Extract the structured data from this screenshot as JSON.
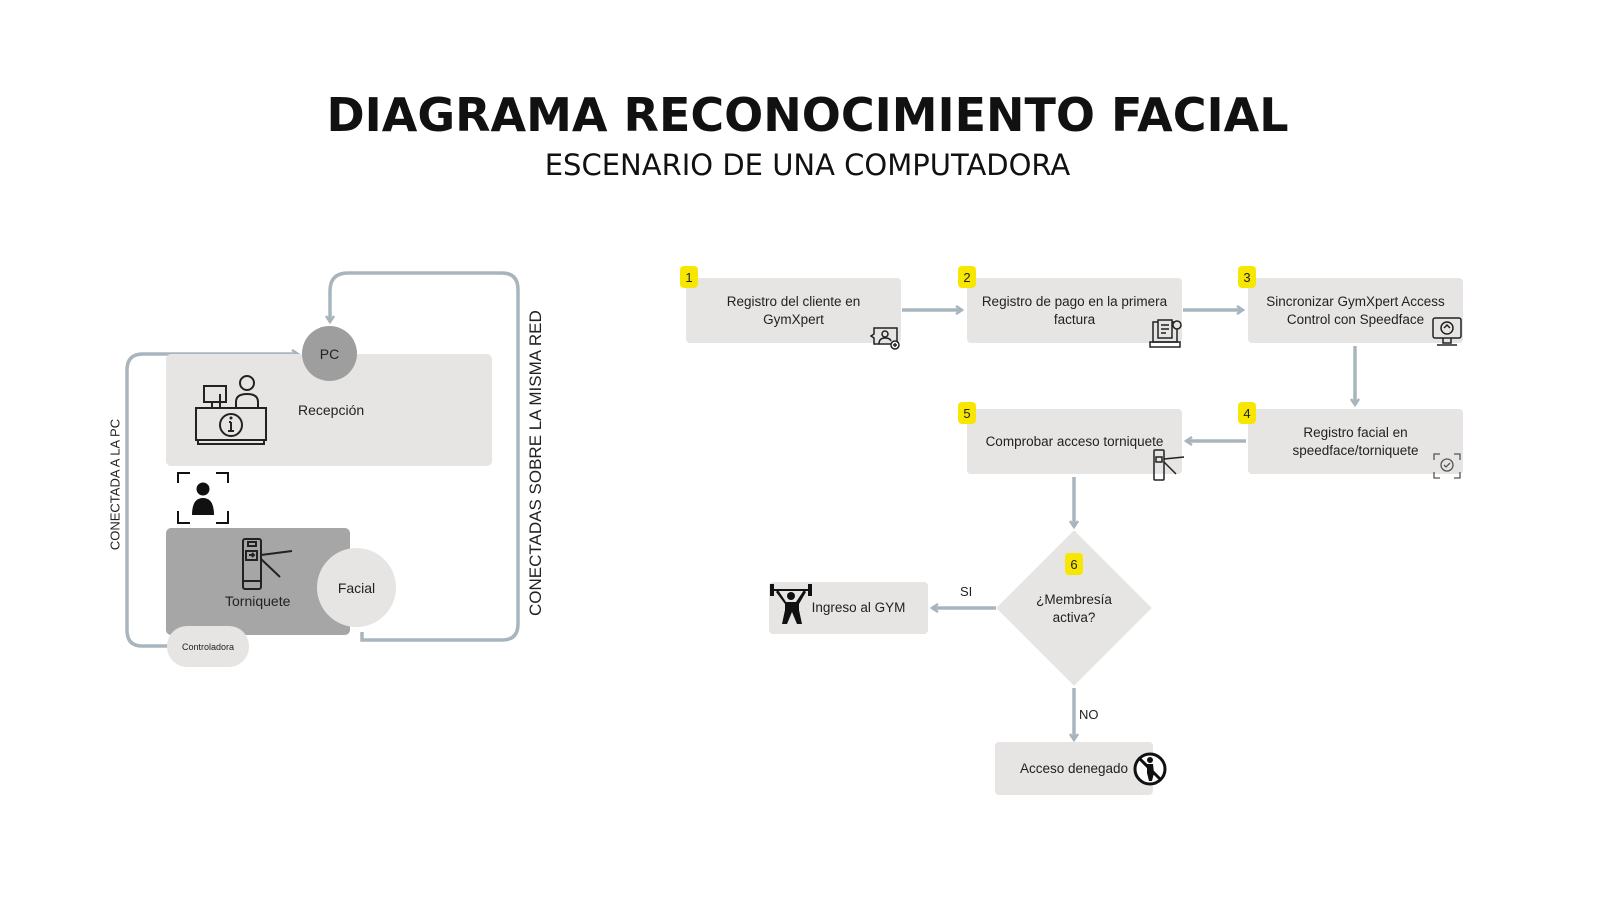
{
  "header": {
    "title": "DIAGRAMA RECONOCIMIENTO FACIAL",
    "subtitle": "ESCENARIO DE UNA COMPUTADORA"
  },
  "left_diagram": {
    "pc": "PC",
    "reception": "Recepción",
    "turnstile": "Torniquete",
    "facial": "Facial",
    "controller": "Controladora",
    "label_pc": "CONECTADA A LA PC",
    "label_network": "CONECTADAS SOBRE LA MISMA RED"
  },
  "flow": {
    "steps": [
      {
        "number": "1",
        "label": "Registro del cliente en GymXpert",
        "icon": "user-card-icon"
      },
      {
        "number": "2",
        "label": "Registro de pago en la primera factura",
        "icon": "invoice-laptop-icon"
      },
      {
        "number": "3",
        "label": "Sincronizar GymXpert Access Control con Speedface",
        "icon": "sync-monitor-icon"
      },
      {
        "number": "4",
        "label": "Registro facial en speedface/torniquete",
        "icon": "face-scan-icon"
      },
      {
        "number": "5",
        "label": "Comprobar acceso torniquete",
        "icon": "turnstile-icon"
      }
    ],
    "decision": {
      "number": "6",
      "label": "¿Membresía activa?",
      "yes": "SI",
      "no": "NO"
    },
    "yes_result": "Ingreso al GYM",
    "no_result": "Acceso denegado"
  },
  "colors": {
    "box": "#e6e5e3",
    "dark_box": "#a6a6a6",
    "connector": "#a9b5bd",
    "badge": "#f7e600"
  }
}
